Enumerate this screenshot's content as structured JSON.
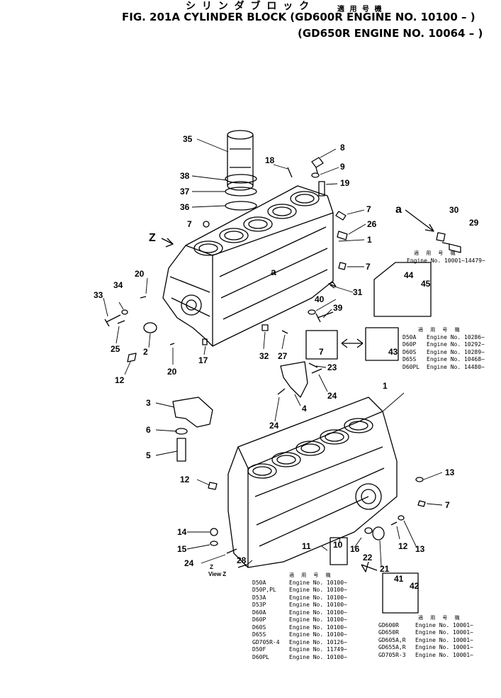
{
  "header": {
    "jp_title": "シ リ ン ダ ブ ロ ッ ク",
    "jp_applicable": "適 用 号 機",
    "title_line1": "FIG. 201A  CYLINDER BLOCK (GD600R ENGINE NO. 10100 – )",
    "title_line2": "(GD650R ENGINE NO. 10064 – )"
  },
  "view_labels": {
    "a_arrow": "a",
    "a_block": "a",
    "z_arrow": "Z",
    "view_z_top": "Z",
    "view_z_bottom": "View Z"
  },
  "callouts": [
    "35",
    "38",
    "37",
    "36",
    "18",
    "8",
    "9",
    "19",
    "7",
    "7",
    "26",
    "1",
    "7",
    "31",
    "40",
    "39",
    "30",
    "29",
    "20",
    "34",
    "33",
    "25",
    "2",
    "12",
    "17",
    "20",
    "32",
    "27",
    "7",
    "23",
    "24",
    "4",
    "24",
    "3",
    "6",
    "5",
    "43",
    "44",
    "45",
    "1",
    "12",
    "13",
    "7",
    "14",
    "15",
    "24",
    "28",
    "11",
    "10",
    "16",
    "21",
    "12",
    "13",
    "22",
    "41",
    "42"
  ],
  "table_top_right": {
    "header": "適 用 号 機",
    "rows": [
      {
        "model": "",
        "engine": "Engine No. 10001~14479~"
      }
    ]
  },
  "table_right_mid": {
    "header": "適 用 号 機",
    "rows": [
      {
        "model": "D50A",
        "engine": "Engine No. 10286~"
      },
      {
        "model": "D60P",
        "engine": "Engine No. 10292~"
      },
      {
        "model": "D60S",
        "engine": "Engine No. 10289~"
      },
      {
        "model": "D65S",
        "engine": "Engine No. 10468~"
      },
      {
        "model": "D60PL",
        "engine": "Engine No. 14480~"
      }
    ]
  },
  "table_bottom_left": {
    "header": "適 用 号 機",
    "rows": [
      {
        "model": "D50A",
        "engine": "Engine No. 10100~"
      },
      {
        "model": "D50P,PL",
        "engine": "Engine No. 10100~"
      },
      {
        "model": "D53A",
        "engine": "Engine No. 10100~"
      },
      {
        "model": "D53P",
        "engine": "Engine No. 10100~"
      },
      {
        "model": "D60A",
        "engine": "Engine No. 10100~"
      },
      {
        "model": "D60P",
        "engine": "Engine No. 10100~"
      },
      {
        "model": "D60S",
        "engine": "Engine No. 10100~"
      },
      {
        "model": "D65S",
        "engine": "Engine No. 10100~"
      },
      {
        "model": "GD705R-4",
        "engine": "Engine No. 10126~"
      },
      {
        "model": "D50F",
        "engine": "Engine No. 11749~"
      },
      {
        "model": "D60PL",
        "engine": "Engine No. 10100~"
      }
    ]
  },
  "table_bottom_right": {
    "header": "適 用 号 機",
    "rows": [
      {
        "model": "GD600R",
        "engine": "Engine No. 10001~"
      },
      {
        "model": "GD650R",
        "engine": "Engine No. 10001~"
      },
      {
        "model": "GD605A,R",
        "engine": "Engine No. 10001~"
      },
      {
        "model": "GD655A,R",
        "engine": "Engine No. 10001~"
      },
      {
        "model": "GD705R-3",
        "engine": "Engine No. 10001~"
      }
    ]
  }
}
